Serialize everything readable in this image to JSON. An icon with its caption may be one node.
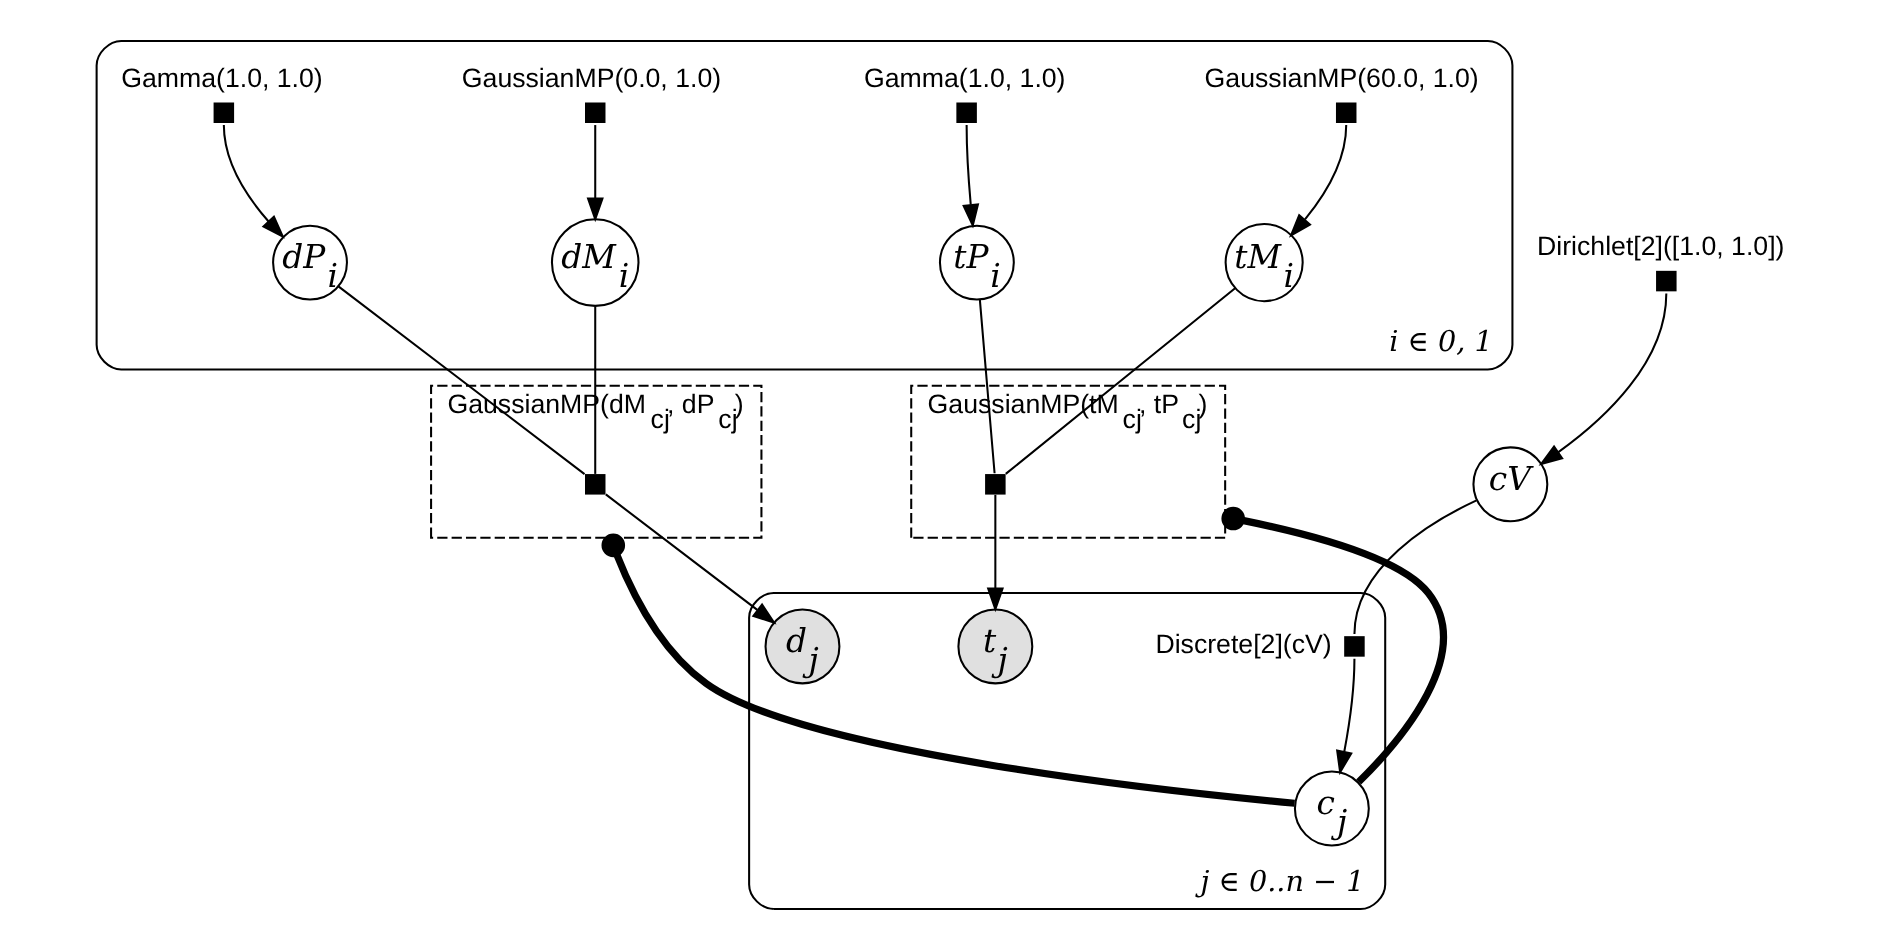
{
  "diagram": {
    "nodes": [
      {
        "text": [
          "i ∈ 0, 1"
        ]
      },
      {
        "text": [
          "j ∈ 0..n − 1"
        ]
      },
      {
        "text": [],
        "shape": "box",
        "beside": [
          "Dirichlet[2]([1.0, 1.0])"
        ]
      },
      {
        "text": [
          "cV"
        ]
      },
      {
        "text": [],
        "shape": "box",
        "beside": [
          "Discrete[2](cV)"
        ],
        "in": 1
      },
      {
        "text": [
          "c$_{j}$"
        ],
        "in": 1
      },
      {
        "text": [],
        "shape": "box",
        "beside": [
          "GaussianMP(0.0, 1.0)"
        ],
        "in": 0
      },
      {
        "text": [],
        "shape": "box",
        "beside": [
          "Gamma(1.0, 1.0)"
        ],
        "in": 0
      },
      {
        "text": [],
        "shape": "box",
        "beside": [
          "GaussianMP(60.0, 1.0)"
        ],
        "in": 0
      },
      {
        "text": [],
        "shape": "box",
        "beside": [
          "Gamma(1.0, 1.0)"
        ],
        "in": 0
      },
      {
        "text": [
          "dM$_{i}$"
        ],
        "in": 0
      },
      {
        "text": [
          "dP$_{i}$"
        ],
        "in": 0
      },
      {
        "text": [
          "tM$_{i}$"
        ],
        "in": 0
      },
      {
        "text": [
          "tP$_{i}$"
        ],
        "in": 0
      },
      {
        "text": [
          "GaussianMP(dM$_{cj}$, dP$_{cj}$)"
        ]
      },
      {
        "text": [],
        "shape": "box",
        "in": 14
      },
      {
        "text": [
          "GaussianMP(tM$_{cj}$, tP$_{cj}$)"
        ]
      },
      {
        "text": [],
        "shape": "box",
        "in": 16
      },
      {
        "text": [
          "d$_{j}$"
        ],
        "in": 1
      },
      {
        "text": [
          "t$_{j}$"
        ],
        "in": 1
      }
    ],
    "edges": [
      {
        "from": 2,
        "to": 3,
        "arrow": "to"
      },
      {
        "from": 3,
        "to": 4,
        "arrow": "none"
      },
      {
        "from": 4,
        "to": 5,
        "arrow": "to"
      },
      {
        "from": 6,
        "to": 10,
        "arrow": "to"
      },
      {
        "from": 7,
        "to": 11,
        "arrow": "to"
      },
      {
        "from": 8,
        "to": 12,
        "arrow": "to"
      },
      {
        "from": 9,
        "to": 13,
        "arrow": "to"
      },
      {
        "from": 10,
        "to": 15,
        "arrow": "none"
      },
      {
        "from": 11,
        "to": 15,
        "arrow": "none"
      },
      {
        "from": 12,
        "to": 17,
        "arrow": "none"
      },
      {
        "from": 13,
        "to": 17,
        "arrow": "none"
      },
      {
        "from": 15,
        "to": 18,
        "arrow": "to"
      },
      {
        "from": 17,
        "to": 19,
        "arrow": "to"
      },
      {
        "from": 5,
        "to": 14,
        "arrow": "other",
        "style": "thick"
      },
      {
        "from": 5,
        "to": 16,
        "arrow": "other",
        "style": "thick"
      }
    ]
  }
}
